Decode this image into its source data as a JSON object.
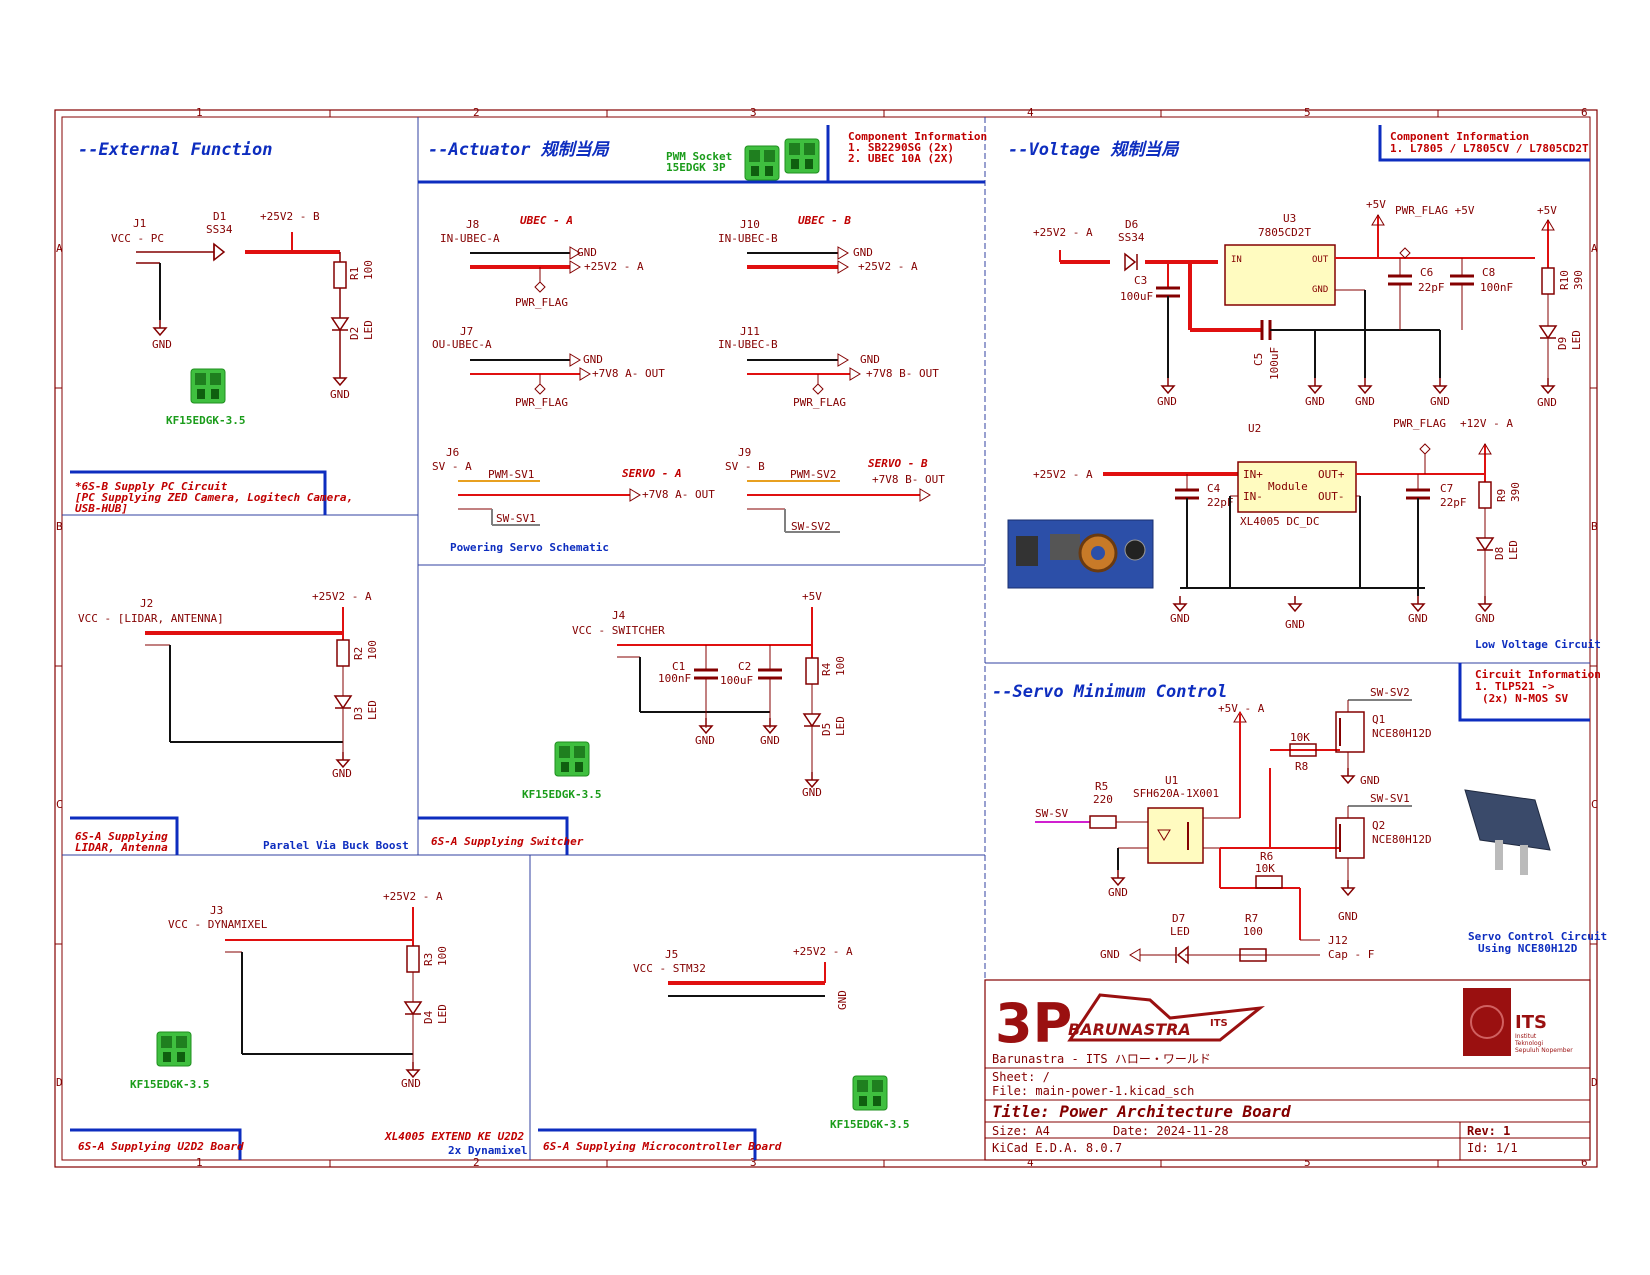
{
  "sheet": {
    "col_labels": [
      "1",
      "2",
      "3",
      "4",
      "5",
      "6"
    ],
    "row_labels": [
      "A",
      "B",
      "C",
      "D"
    ]
  },
  "sections": {
    "external": {
      "title": "--External Function"
    },
    "actuator": {
      "title": "--Actuator 规制当局"
    },
    "voltage": {
      "title": "--Voltage 规制当局"
    },
    "servo_min": {
      "title": "--Servo Minimum Control"
    }
  },
  "info_boxes": {
    "actuator_info": {
      "title": "Component Information",
      "line1": "1. SB2290SG (2x)",
      "line2": "2. UBEC 10A (2X)"
    },
    "voltage_info": {
      "title": "Component Information",
      "line1": "1. L7805 / L7805CV / L7805CD2T"
    },
    "servo_info": {
      "title": "Circuit Information",
      "line1": "1. TLP521 ->",
      "line2": "(2x) N-MOS SV"
    }
  },
  "notes": {
    "pwm_socket_l1": "PWM Socket",
    "pwm_socket_l2": "15EDGK 3P",
    "supply_pc_l1": "*6S-B Supply PC Circuit",
    "supply_pc_l2": "[PC Supplying ZED Camera, Logitech Camera,",
    "supply_pc_l3": "USB-HUB]",
    "powering_servo": "Powering Servo Schematic",
    "lidar_l1": "6S-A Supplying",
    "lidar_l2": "LIDAR, Antenna",
    "paralel": "Paralel Via Buck Boost",
    "switcher": "6S-A Supplying Switcher",
    "u2d2": "6S-A Supplying U2D2 Board",
    "xl4005_ext": "XL4005 EXTEND KE U2D2",
    "dynamixel2x": "2x Dynamixel",
    "micro": "6S-A Supplying Microcontroller Board",
    "low_voltage": "Low Voltage Circuit",
    "servo_ctrl_l1": "Servo Control Circuit",
    "servo_ctrl_l2": "Using NCE80H12D"
  },
  "connector_label": "KF15EDGK-3.5",
  "parts": {
    "J1": {
      "ref": "J1",
      "value": "VCC - PC"
    },
    "D1": {
      "ref": "D1",
      "value": "SS34"
    },
    "R1": {
      "ref": "R1",
      "value": "100"
    },
    "D2": {
      "ref": "D2",
      "value": "LED"
    },
    "J8": {
      "ref": "J8",
      "value": "IN-UBEC-A"
    },
    "J10": {
      "ref": "J10",
      "value": "IN-UBEC-B"
    },
    "J7": {
      "ref": "J7",
      "value": "OU-UBEC-A"
    },
    "J11": {
      "ref": "J11",
      "value": "IN-UBEC-B"
    },
    "J6": {
      "ref": "J6",
      "value": "SV - A"
    },
    "J9": {
      "ref": "J9",
      "value": "SV - B"
    },
    "J2": {
      "ref": "J2",
      "value": "VCC - [LIDAR, ANTENNA]"
    },
    "R2": {
      "ref": "R2",
      "value": "100"
    },
    "D3": {
      "ref": "D3",
      "value": "LED"
    },
    "J4": {
      "ref": "J4",
      "value": "VCC - SWITCHER"
    },
    "C1": {
      "ref": "C1",
      "value": "100nF"
    },
    "C2": {
      "ref": "C2",
      "value": "100uF"
    },
    "R4": {
      "ref": "R4",
      "value": "100"
    },
    "D5": {
      "ref": "D5",
      "value": "LED"
    },
    "J3": {
      "ref": "J3",
      "value": "VCC - DYNAMIXEL"
    },
    "R3": {
      "ref": "R3",
      "value": "100"
    },
    "D4": {
      "ref": "D4",
      "value": "LED"
    },
    "J5": {
      "ref": "J5",
      "value": "VCC - STM32"
    },
    "D6": {
      "ref": "D6",
      "value": "SS34"
    },
    "U3": {
      "ref": "U3",
      "value": "7805CD2T"
    },
    "C3": {
      "ref": "C3",
      "value": "100uF"
    },
    "C5": {
      "ref": "C5",
      "value": "100uF"
    },
    "C6": {
      "ref": "C6",
      "value": "22pF"
    },
    "C8": {
      "ref": "C8",
      "value": "100nF"
    },
    "R10": {
      "ref": "R10",
      "value": "390"
    },
    "D9": {
      "ref": "D9",
      "value": "LED"
    },
    "U2": {
      "ref": "U2",
      "value": "XL4005 DC_DC"
    },
    "C4": {
      "ref": "C4",
      "value": "22pF"
    },
    "C7": {
      "ref": "C7",
      "value": "22pF"
    },
    "R9": {
      "ref": "R9",
      "value": "390"
    },
    "D8": {
      "ref": "D8",
      "value": "LED"
    },
    "U1": {
      "ref": "U1",
      "value": "SFH620A-1X001"
    },
    "R5": {
      "ref": "R5",
      "value": "220"
    },
    "R8": {
      "ref": "R8",
      "value": "10K"
    },
    "R6": {
      "ref": "R6",
      "value": "10K"
    },
    "R7": {
      "ref": "R7",
      "value": "100"
    },
    "D7": {
      "ref": "D7",
      "value": "LED"
    },
    "Q1": {
      "ref": "Q1",
      "value": "NCE80H12D"
    },
    "Q2": {
      "ref": "Q2",
      "value": "NCE80H12D"
    },
    "J12": {
      "ref": "J12",
      "value": "Cap - F"
    }
  },
  "nets": {
    "gnd": "GND",
    "v25a": "+25V2 - A",
    "v25b": "+25V2 - B",
    "v5": "+5V",
    "v5a": "+5V - A",
    "v12a": "+12V - A",
    "pwr_flag": "PWR_FLAG",
    "v78a_out": "+7V8 A- OUT",
    "v78b_out": "+7V8 B- OUT",
    "v78a": "+7V8 A- OUT",
    "v78b": "+7V8 B- OUT",
    "ubec_a": "UBEC - A",
    "ubec_b": "UBEC - B",
    "servo_a": "SERVO - A",
    "servo_b": "SERVO - B",
    "pwm_sv1": "PWM-SV1",
    "pwm_sv2": "PWM-SV2",
    "sw_sv1": "SW-SV1",
    "sw_sv2": "SW-SV2",
    "sw_sv": "SW-SV",
    "pwr_flag_5v": "PWR_FLAG +5V",
    "module": "Module",
    "in_plus": "IN+",
    "in_minus": "IN-",
    "out_plus": "OUT+",
    "out_minus": "OUT-",
    "u3_in": "IN",
    "u3_out": "OUT",
    "u3_gnd": "GND"
  },
  "title_block": {
    "org": "Barunastra - ITS ハロー・ワールド",
    "sheet": "Sheet: /",
    "file": "File: main-power-1.kicad_sch",
    "title": "Title: Power Architecture Board",
    "size": "Size: A4",
    "date": "Date: 2024-11-28",
    "rev": "Rev: 1",
    "tool": "KiCad E.D.A. 8.0.7",
    "id": "Id: 1/1",
    "logo_3p": "3P",
    "logo_bar": "BARUNASTRA",
    "logo_its_sub": "ITS",
    "its": "ITS",
    "its_l1": "Institut",
    "its_l2": "Teknologi",
    "its_l3": "Sepuluh Nopember"
  },
  "colors": {
    "frame": "#840000",
    "wire": "#840000",
    "power": "#e01010",
    "bus_blue": "#0d2dbf",
    "signal_gold": "#e8a020",
    "signal_gray": "#808080",
    "signal_magenta": "#d020d0",
    "connector_green": "#2fae2f",
    "ic_fill": "#fffbc0"
  }
}
